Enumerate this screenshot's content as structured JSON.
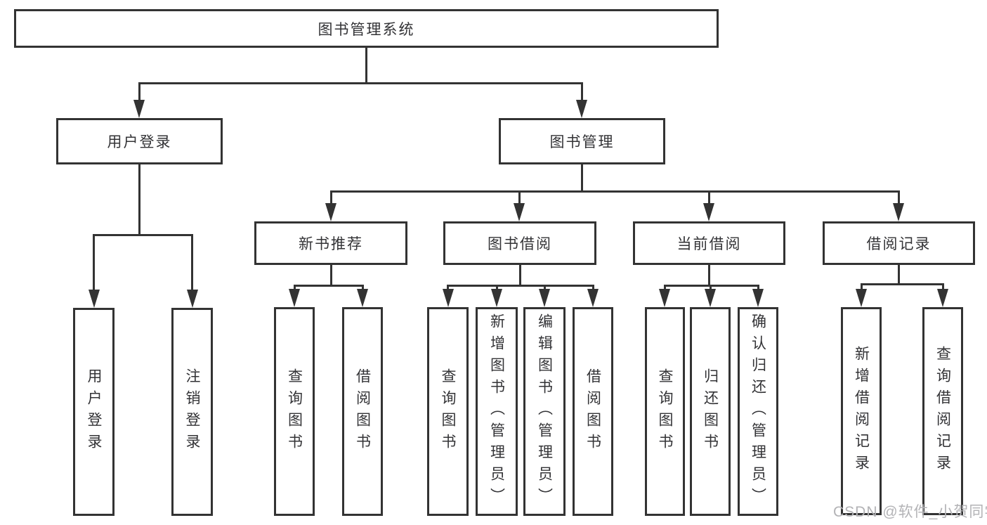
{
  "nodes": {
    "root": "图书管理系统",
    "user_login": "用户登录",
    "book_mgmt": "图书管理",
    "new_book_rec": "新书推荐",
    "book_borrow": "图书借阅",
    "current_borrow": "当前借阅",
    "borrow_record": "借阅记录",
    "leaf_user_login": "用户登录",
    "leaf_logout": "注销登录",
    "rec_query_book": "查询图书",
    "rec_borrow_book": "借阅图书",
    "bb_query_book": "查询图书",
    "bb_add_book": "新增图书（管理员）",
    "bb_edit_book": "编辑图书（管理员）",
    "bb_borrow_book": "借阅图书",
    "cb_query_book": "查询图书",
    "cb_return_book": "归还图书",
    "cb_confirm_return": "确认归还（管理员）",
    "br_add_record": "新增借阅记录",
    "br_query_record": "查询借阅记录"
  },
  "hierarchy": {
    "图书管理系统": [
      "用户登录",
      "图书管理"
    ],
    "用户登录": [
      "用户登录",
      "注销登录"
    ],
    "图书管理": [
      "新书推荐",
      "图书借阅",
      "当前借阅",
      "借阅记录"
    ],
    "新书推荐": [
      "查询图书",
      "借阅图书"
    ],
    "图书借阅": [
      "查询图书",
      "新增图书（管理员）",
      "编辑图书（管理员）",
      "借阅图书"
    ],
    "当前借阅": [
      "查询图书",
      "归还图书",
      "确认归还（管理员）"
    ],
    "借阅记录": [
      "新增借阅记录",
      "查询借阅记录"
    ]
  },
  "watermark": "CSDN @软件_小贺同学",
  "colors": {
    "line": "#333333",
    "text": "#333336",
    "watermark": "#b3b3b6",
    "background": "#ffffff"
  }
}
